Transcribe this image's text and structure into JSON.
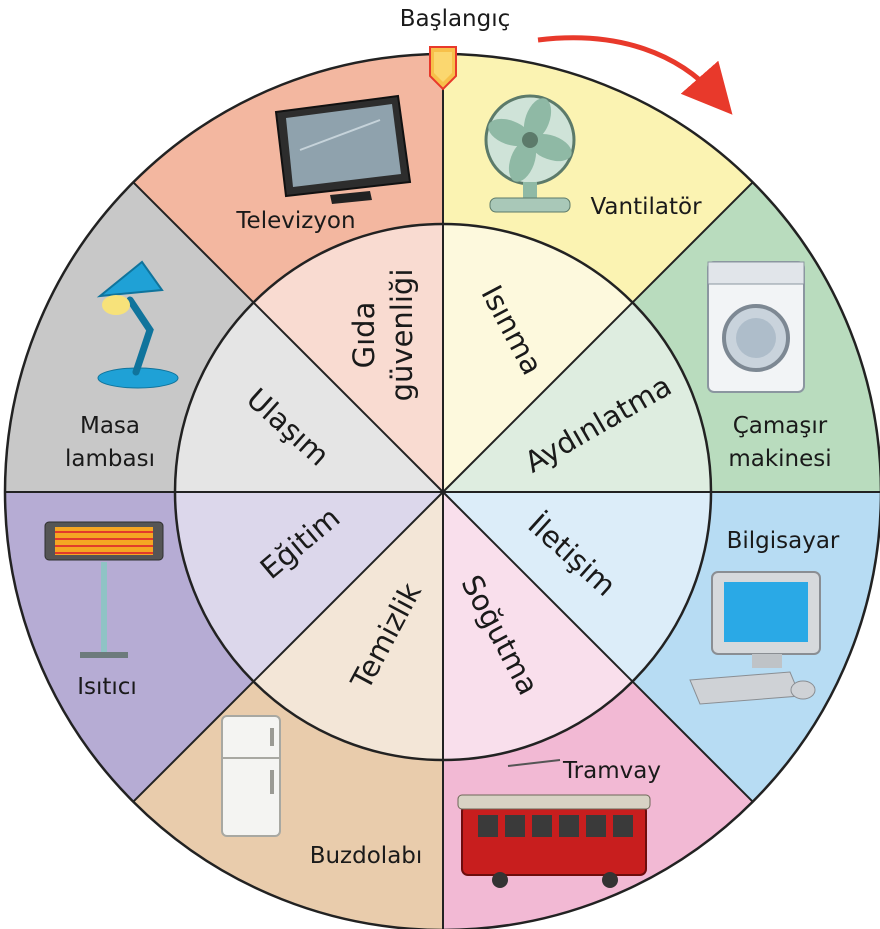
{
  "start": {
    "label": "Başlangıç",
    "arrow_color": "#e8392b"
  },
  "outer_items": [
    {
      "lines": [
        "Vantilatör"
      ],
      "icon": "fan-icon",
      "color": "#fbf3b2"
    },
    {
      "lines": [
        "Çamaşır",
        "makinesi"
      ],
      "icon": "washing-machine-icon",
      "color": "#b9dcbe"
    },
    {
      "lines": [
        "Bilgisayar"
      ],
      "icon": "computer-icon",
      "color": "#b7dcf3"
    },
    {
      "lines": [
        "Tramvay"
      ],
      "icon": "tram-icon",
      "color": "#f2b9d4"
    },
    {
      "lines": [
        "Buzdolabı"
      ],
      "icon": "refrigerator-icon",
      "color": "#e9ccac"
    },
    {
      "lines": [
        "Isıtıcı"
      ],
      "icon": "heater-icon",
      "color": "#b6acd4"
    },
    {
      "lines": [
        "Masa",
        "lambası"
      ],
      "icon": "desk-lamp-icon",
      "color": "#c8c8c8"
    },
    {
      "lines": [
        "Televizyon"
      ],
      "icon": "television-icon",
      "color": "#f3b7a0"
    }
  ],
  "inner_items": [
    {
      "lines": [
        "Isınma"
      ],
      "color": "#fdf9dd"
    },
    {
      "lines": [
        "Aydınlatma"
      ],
      "color": "#deede0"
    },
    {
      "lines": [
        "İletişim"
      ],
      "color": "#dcedf9"
    },
    {
      "lines": [
        "Soğutma"
      ],
      "color": "#f9dfec"
    },
    {
      "lines": [
        "Temizlik"
      ],
      "color": "#f3e6d7"
    },
    {
      "lines": [
        "Eğitim"
      ],
      "color": "#dcd7eb"
    },
    {
      "lines": [
        "Ulaşım"
      ],
      "color": "#e5e5e5"
    },
    {
      "lines": [
        "Gıda",
        "güvenliği"
      ],
      "color": "#f9dbd1"
    }
  ]
}
